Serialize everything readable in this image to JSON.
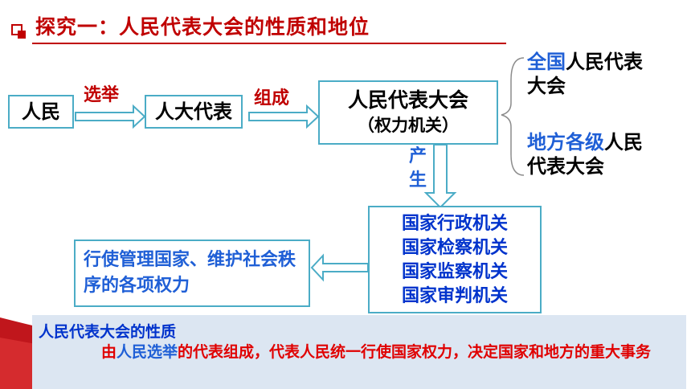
{
  "title": "探究一：人民代表大会的性质和地位",
  "flow": {
    "people": "人民",
    "elect": "选举",
    "deputies": "人大代表",
    "compose": "组成",
    "npc_title": "人民代表大会",
    "npc_sub": "（权力机关）",
    "produce": "产\n生",
    "agencies": [
      "国家行政机关",
      "国家检察机关",
      "国家监察机关",
      "国家审判机关"
    ],
    "power": "行使管理国家、维护社会秩序的各项权力"
  },
  "levels": {
    "national_a": "全国",
    "national_b": "人民代表大会",
    "local_a": "地方各级",
    "local_b": "人民代表大会"
  },
  "note": {
    "heading": "人民代表大会的性质",
    "b1": "由",
    "b2": "人民选举",
    "b3": "的代表组成，代表人民统一行使国家权力，决定国家和地方的重大事务"
  },
  "colors": {
    "accent": "#c00000",
    "box_border": "#4bacc6",
    "blue_text": "#0033cc",
    "note_bg": "#dce6f2"
  }
}
